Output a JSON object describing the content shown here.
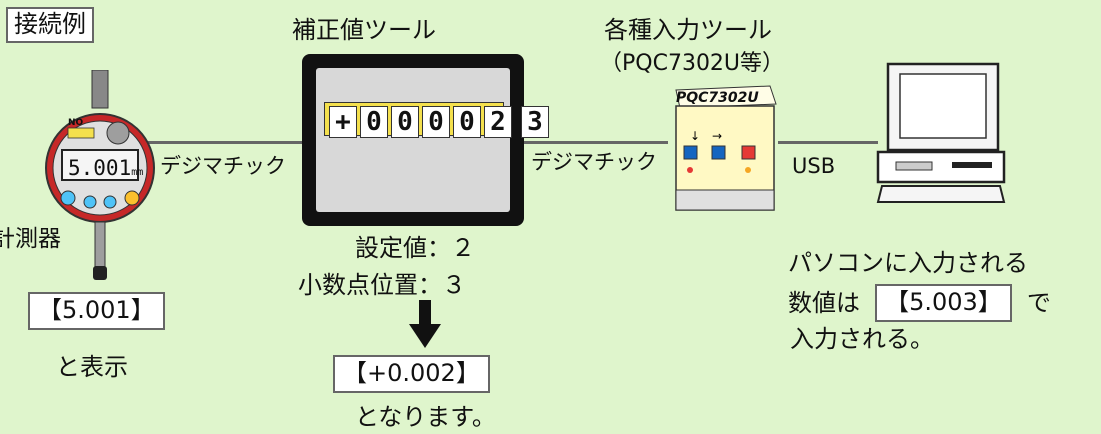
{
  "title": "接続例",
  "gauge": {
    "reading": "5.001",
    "unit": "mm",
    "brand": "NO",
    "side_label": "計測器",
    "display_box": "【5.001】",
    "display_caption": "と表示"
  },
  "links": {
    "gauge_to_tool": "デジマチック",
    "tool_to_pqc": "デジマチック",
    "pqc_to_pc": "USB"
  },
  "correction_tool": {
    "title": "補正値ツール",
    "display_digits": [
      "+",
      "0",
      "0",
      "0",
      "0",
      "2",
      "",
      "3"
    ],
    "setting_line": "設定値：２",
    "decimal_line": "小数点位置：３",
    "result_box": "【+0.002】",
    "result_caption": "となります。"
  },
  "input_tool": {
    "title": "各種入力ツール",
    "subtitle": "（PQC7302U等）",
    "device_label": "PQC7302U"
  },
  "pc": {
    "line1": "パソコンに入力される",
    "line2_prefix": "数値は",
    "value_box": "【5.003】",
    "line2_suffix": "で",
    "line3": "入力される。"
  },
  "colors": {
    "background": "#dff5cc",
    "connector": "#666666",
    "gauge_red": "#d32f2f",
    "device_blue": "#1565c0",
    "device_red": "#e53935"
  }
}
